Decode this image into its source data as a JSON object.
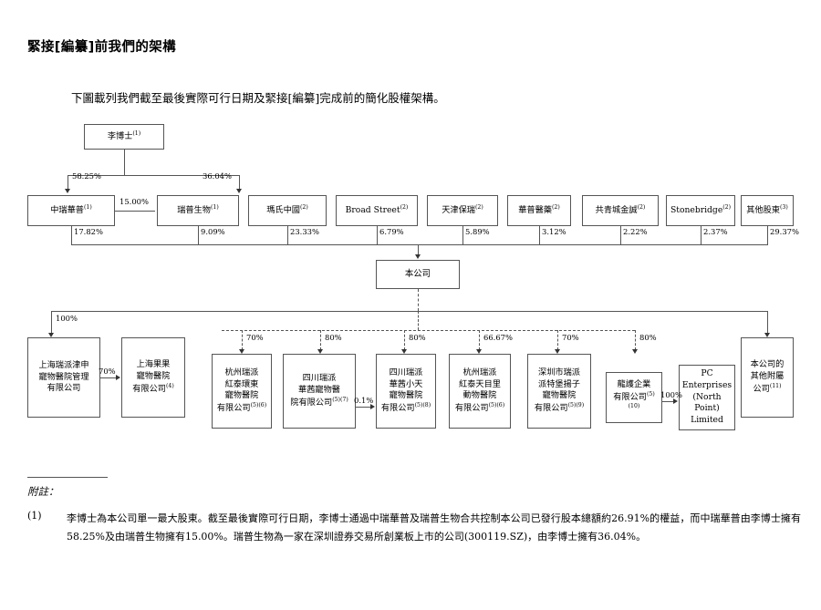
{
  "document": {
    "title": "緊接[編纂]前我們的架構",
    "intro": "下圖載列我們截至最後實際可行日期及緊接[編纂]完成前的簡化股權架構。",
    "intro_pre": "下圖載列我們截至最後實際可行日期及緊接",
    "intro_bold": "[編纂]",
    "intro_post": "完成前的簡化股權架構。",
    "title_pre": "緊接",
    "title_bold": "[編纂]",
    "title_post": "前我們的架構"
  },
  "chart_data": {
    "type": "diagram",
    "title": "簡化股權架構",
    "nodes": {
      "controller": {
        "label": "李博士",
        "sup": "(1)"
      },
      "shareholders": [
        {
          "label": "中瑞華普",
          "sup": "(1)",
          "pct_to_company": "17.82%"
        },
        {
          "label": "瑞普生物",
          "sup": "(1)",
          "pct_to_company": "9.09%"
        },
        {
          "label": "瑪氏中國",
          "sup": "(2)",
          "pct_to_company": "23.33%"
        },
        {
          "label": "Broad Street",
          "sup": "(2)",
          "pct_to_company": "6.79%"
        },
        {
          "label": "天津保瑞",
          "sup": "(2)",
          "pct_to_company": "5.89%"
        },
        {
          "label": "華普醫藥",
          "sup": "(2)",
          "pct_to_company": "3.12%"
        },
        {
          "label": "共青城金誠",
          "sup": "(2)",
          "pct_to_company": "2.22%"
        },
        {
          "label": "Stonebridge",
          "sup": "(2)",
          "pct_to_company": "2.37%"
        },
        {
          "label": "其他股東",
          "sup": "(3)",
          "pct_to_company": "29.37%"
        }
      ],
      "company": {
        "label": "本公司"
      },
      "subsidiaries": [
        {
          "label": "上海瑞派津申\n寵物醫院管理\n有限公司",
          "sup": "",
          "pct": "100%",
          "link": "solid"
        },
        {
          "label": "上海果果\n寵物醫院\n有限公司",
          "sup": "(4)",
          "pct": "70%",
          "link": "solid-from-left"
        },
        {
          "label": "杭州瑞派\n紅泰環東\n寵物醫院\n有限公司",
          "sup": "(5)(6)",
          "pct": "70%",
          "link": "dashed"
        },
        {
          "label": "四川瑞派\n華茜寵物醫\n院有限公司",
          "sup": "(5)(7)",
          "pct": "80%",
          "link": "dashed"
        },
        {
          "label": "四川瑞派\n華茜小天\n寵物醫院\n有限公司",
          "sup": "(5)(8)",
          "pct": "80%",
          "link": "dashed"
        },
        {
          "label": "杭州瑞派\n紅泰天目里\n動物醫院\n有限公司",
          "sup": "(5)(6)",
          "pct": "66.67%",
          "link": "dashed"
        },
        {
          "label": "深圳市瑞派\n派特堡揚子\n寵物醫院\n有限公司",
          "sup": "(5)(9)",
          "pct": "70%",
          "link": "dashed"
        },
        {
          "label": "龍護企業\n有限公司",
          "sup": "(5)(10)",
          "pct": "80%",
          "link": "dashed"
        },
        {
          "label": "PC\nEnterprises\n(North Point)\nLimited",
          "sup": "",
          "pct": "100%",
          "link": "solid-from-left"
        },
        {
          "label": "本公司的\n其他附屬\n公司",
          "sup": "(11)",
          "pct": "",
          "link": "solid"
        }
      ]
    },
    "edges": [
      {
        "from": "李博士",
        "to": "中瑞華普",
        "value": "58.25%"
      },
      {
        "from": "李博士",
        "to": "瑞普生物",
        "value": "36.04%"
      },
      {
        "from": "瑞普生物",
        "to": "中瑞華普",
        "value": "15.00%"
      },
      {
        "from": "四川瑞派華茜寵物醫院有限公司",
        "to": "四川瑞派華茜小天寵物醫院有限公司",
        "value": "0.1%"
      },
      {
        "from": "上海瑞派津申寵物醫院管理有限公司",
        "to": "上海果果寵物醫院有限公司",
        "value": "70%"
      },
      {
        "from": "龍護企業有限公司",
        "to": "PC Enterprises (North Point) Limited",
        "value": "100%"
      }
    ]
  },
  "notes": {
    "label": "附註：",
    "items": [
      {
        "num": "(1)",
        "text": "李博士為本公司單一最大股東。截至最後實際可行日期，李博士通過中瑞華普及瑞普生物合共控制本公司已發行股本總額約26.91%的權益，而中瑞華普由李博士擁有58.25%及由瑞普生物擁有15.00%。瑞普生物為一家在深圳證券交易所創業板上市的公司(300119.SZ)，由李博士擁有36.04%。"
      }
    ]
  }
}
